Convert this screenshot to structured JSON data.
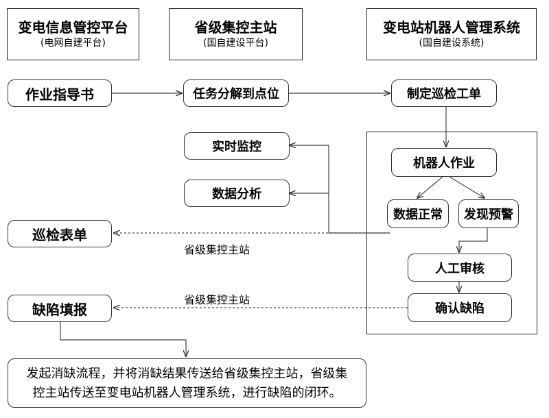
{
  "headers": {
    "platform": {
      "title": "变电信息管控平台",
      "sub": "(电网自建平台)"
    },
    "province": {
      "title": "省级集控主站",
      "sub": "(国自建设平台)"
    },
    "robot": {
      "title": "变电站机器人管理系统",
      "sub": "(国自建设系统)"
    }
  },
  "nodes": {
    "guide_book": "作业指导书",
    "task_split": "任务分解到点位",
    "make_order": "制定巡检工单",
    "realtime": "实时监控",
    "analysis": "数据分析",
    "inspection_form": "巡检表单",
    "defect_report": "缺陷填报",
    "robot_work": "机器人作业",
    "data_normal": "数据正常",
    "warning": "发现预警",
    "manual_review": "人工审核",
    "confirm_defect": "确认缺陷"
  },
  "edge_labels": {
    "to_form": "省级集控主站",
    "to_defect": "省级集控主站"
  },
  "note": {
    "line1": "发起消缺流程，并将消缺结果传送给省级集控主站，省级集",
    "line2": "控主站传送至变电站机器人管理系统，进行缺陷的闭环。"
  }
}
